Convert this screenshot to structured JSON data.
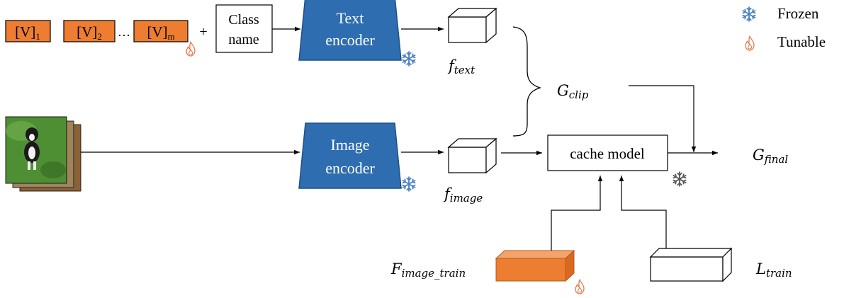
{
  "prompt_tokens": {
    "token_1": {
      "base": "[V]",
      "sub": "1"
    },
    "token_2": {
      "base": "[V]",
      "sub": "2"
    },
    "ellipsis": "…",
    "token_m": {
      "base": "[V]",
      "sub": "m"
    },
    "plus": "+"
  },
  "class_name": {
    "line1": "Class",
    "line2": "name"
  },
  "text_encoder": {
    "line1": "Text",
    "line2": "encoder"
  },
  "image_encoder": {
    "line1": "Image",
    "line2": "encoder"
  },
  "cache_model": "cache model",
  "features": {
    "f_text": {
      "base": "f",
      "sub": "text"
    },
    "f_image": {
      "base": "f",
      "sub": "image"
    },
    "g_clip": {
      "base": "G",
      "sub": "clip"
    },
    "g_final": {
      "base": "G",
      "sub": "final"
    },
    "f_image_train": {
      "base": "F",
      "sub": "image_train"
    },
    "l_train": {
      "base": "L",
      "sub": "train"
    }
  },
  "legend": {
    "frozen": {
      "icon": "snowflake-icon",
      "label": "Frozen"
    },
    "tunable": {
      "icon": "flame-icon",
      "label": "Tunable"
    }
  },
  "colors": {
    "encoder_blue": "#2e6daf",
    "tunable_orange": "#ed7d31",
    "snowflake_blue": "#4a7fc1",
    "flame_orange": "#e07b50"
  }
}
